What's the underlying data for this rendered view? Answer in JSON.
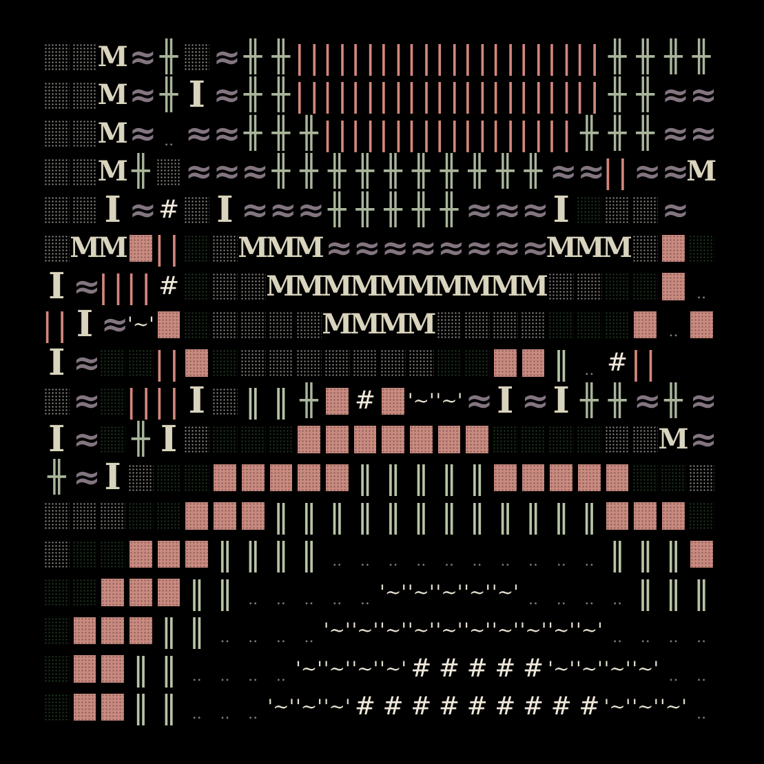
{
  "artwork": {
    "rows": [
      "LL0=+L=++::::::::::++++=0",
      "LL0=+I=++::::::::::++==0",
      "LL0=.==+++:::::::+++=0",
      "LL0+L===++++++++++=:==0",
      "LLI=#LI===+++++===I LL=",
      "L0||DL0===============00LDPD+",
      "I=|#DLL0000000000000LLDP.'",
      "||I=~PLLLLL0000LLLLLDP.P",
      "I=DD|PDLLLLLLLLDPP|.#|",
      "L=D||IL||+P#P~~=I=I++=+=L0",
      "I=D+IL DDPPPPPPP DDDLL0=",
      "+=IL DDPPPPP|||||PPPPPDD",
      "LLL DPPP||||||||||||PPPD",
      "LDDPPP|||..........||||PP",
      "DDPPP||.....~~~~~....|||",
      "DPPP||....~~~~~~~~~~....||",
      "DPP||....~~~~#####~~~~...|",
      "DPP||...~~~#########~~~..|"
    ]
  }
}
